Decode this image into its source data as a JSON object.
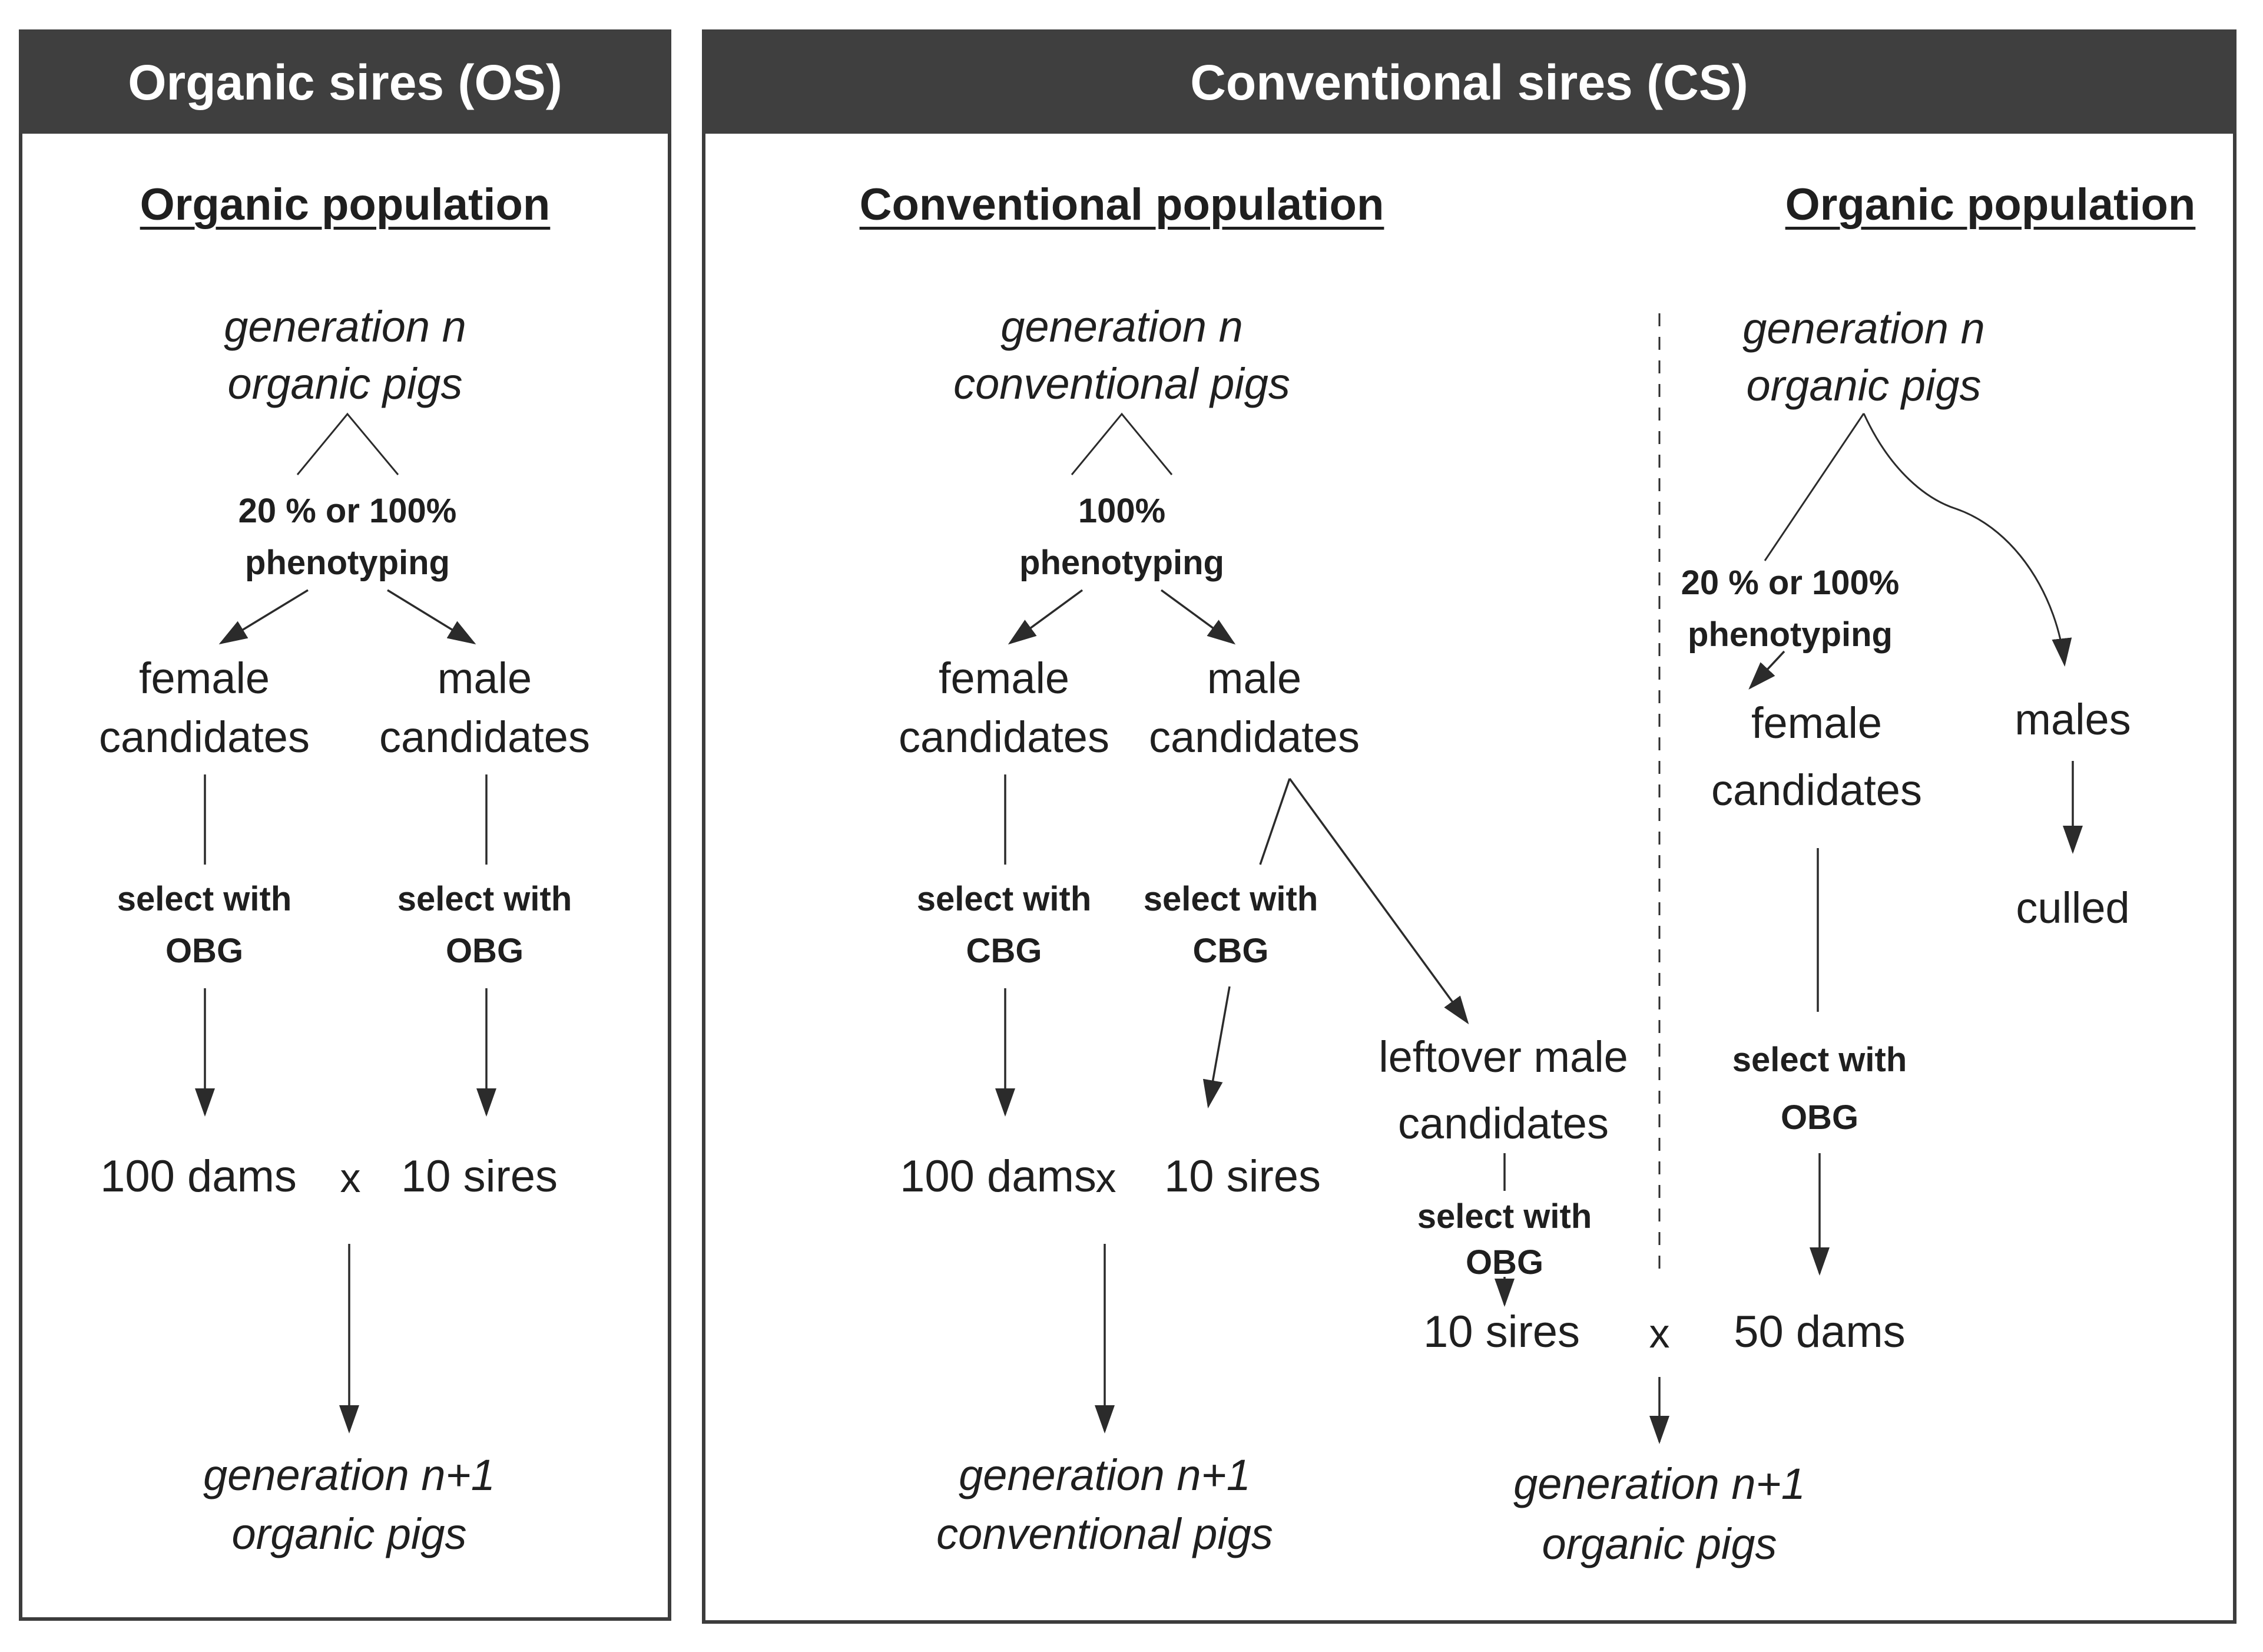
{
  "colors": {
    "header_bg": "#3f3f3f",
    "header_text": "#ffffff",
    "body_text": "#1f1f1f",
    "line": "#2b2b2b",
    "panel_border": "#3c3c3c"
  },
  "left_panel": {
    "header": "Organic sires (OS)",
    "population_title": "Organic population",
    "generation_n": [
      "generation n",
      "organic pigs"
    ],
    "phenotyping": [
      "20 % or 100%",
      "phenotyping"
    ],
    "female": [
      "female",
      "candidates"
    ],
    "male": [
      "male",
      "candidates"
    ],
    "select_female": [
      "select with",
      "OBG"
    ],
    "select_male": [
      "select with",
      "OBG"
    ],
    "mating": {
      "dams": "100 dams",
      "times": "x",
      "sires": "10 sires"
    },
    "generation_n1": [
      "generation n+1",
      "organic pigs"
    ]
  },
  "right_panel": {
    "header": "Conventional sires (CS)",
    "conventional": {
      "population_title": "Conventional population",
      "generation_n": [
        "generation n",
        "conventional pigs"
      ],
      "phenotyping": [
        "100%",
        "phenotyping"
      ],
      "female": [
        "female",
        "candidates"
      ],
      "male": [
        "male",
        "candidates"
      ],
      "select_female": [
        "select with",
        "CBG"
      ],
      "select_male": [
        "select with",
        "CBG"
      ],
      "mating": {
        "dams": "100 dams",
        "times": "x",
        "sires": "10 sires"
      },
      "generation_n1": [
        "generation n+1",
        "conventional pigs"
      ]
    },
    "leftover": {
      "label": [
        "leftover male",
        "candidates"
      ],
      "select": [
        "select with",
        "OBG"
      ],
      "mating": {
        "sires": "10 sires",
        "times": "x",
        "dams": "50 dams"
      },
      "generation_n1": [
        "generation n+1",
        "organic pigs"
      ]
    },
    "organic": {
      "population_title": "Organic population",
      "generation_n": [
        "generation n",
        "organic pigs"
      ],
      "phenotyping": [
        "20 % or 100%",
        "phenotyping"
      ],
      "female": [
        "female",
        "candidates"
      ],
      "males": "males",
      "culled": "culled",
      "select_female": [
        "select with",
        "OBG"
      ]
    }
  }
}
